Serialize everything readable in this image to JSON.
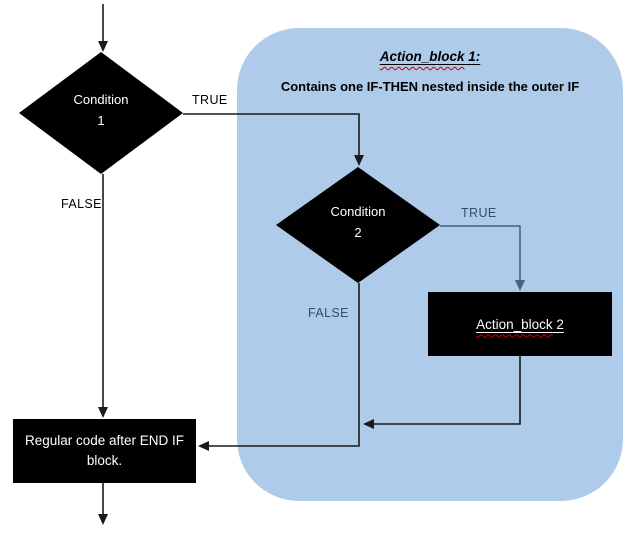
{
  "colors": {
    "container_fill": "#AECBE9",
    "shape_fill": "#000000",
    "shape_text": "#FFFFFF",
    "outer_line": "#1A1A1A",
    "outer_label": "#000000",
    "inner_line": "#44627F",
    "inner_label": "#31506B",
    "wavy_underline": "#CC0000"
  },
  "container": {
    "title_main": "Action_block",
    "title_suffix": " 1:",
    "subtitle": "Contains one IF-THEN nested inside the outer IF"
  },
  "nodes": {
    "condition1": {
      "label": "Condition\n1"
    },
    "condition2": {
      "label": "Condition\n2"
    },
    "action2": {
      "label_main": "Action_block",
      "label_suffix": " 2"
    },
    "endif": {
      "label": "Regular code after END IF block."
    }
  },
  "edges": {
    "cond1_true": "TRUE",
    "cond1_false": "FALSE",
    "cond2_true": "TRUE",
    "cond2_false": "FALSE"
  }
}
